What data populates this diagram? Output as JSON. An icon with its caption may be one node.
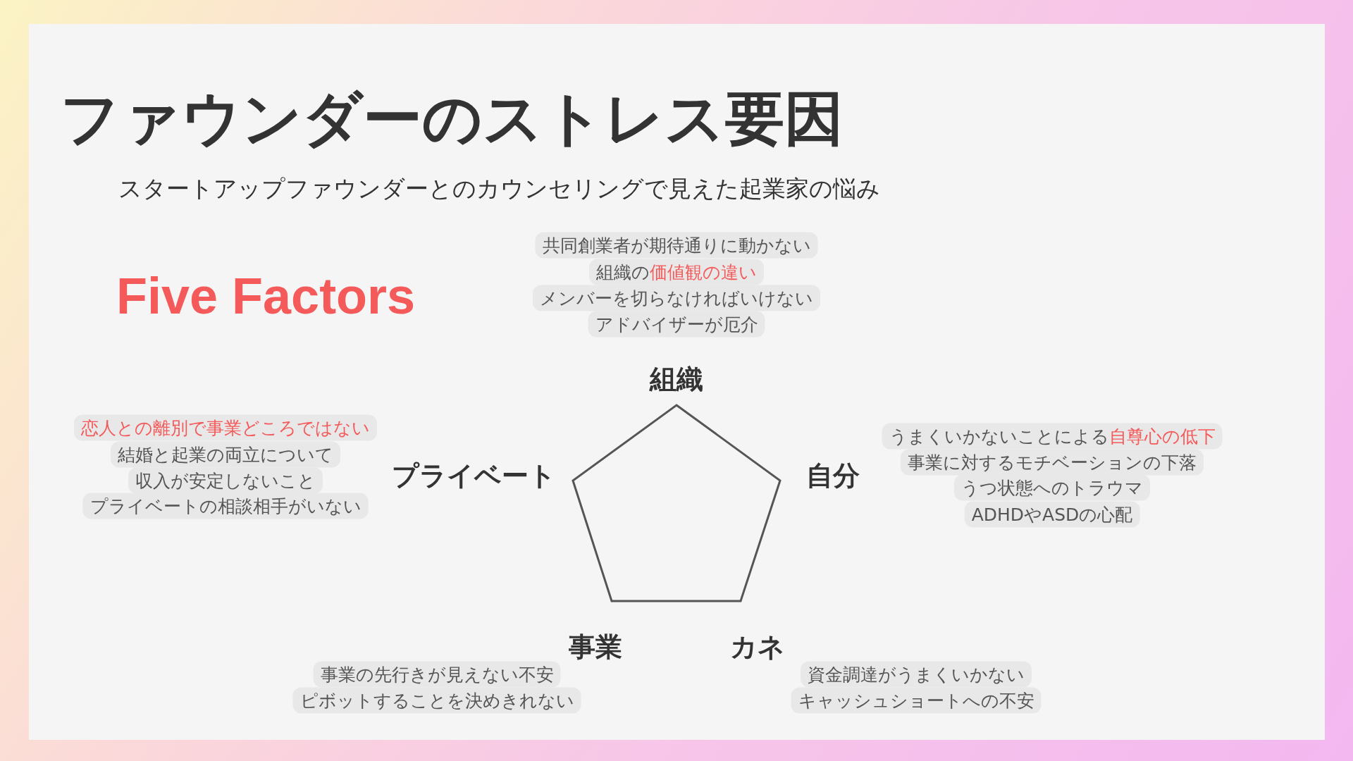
{
  "diagram": {
    "title": "ファウンダーのストレス要因",
    "nodes": [
      {
        "text": [],
        "shape": "pentagon"
      }
    ],
    "labels": [
      "スタートアップファウンダーとのカウンセリングで見えた起業家の悩み",
      "Five Factors",
      "共同創業者が期待通りに動かない",
      "組織の**価値観の違い**",
      "メンバーを切らなければいけない",
      "アドバイザーが厄介",
      "組織",
      "**恋人との離別で事業どころではない**",
      "結婚と起業の両立について",
      "収入が安定しないこと",
      "プライベートの相談相手がいない",
      "プライベート",
      "自分",
      "うまくいかないことによる**自尊心の低下**",
      "事業に対するモチベーションの下落",
      "うつ状態へのトラウマ",
      "ADHDやASDの心配",
      "事業",
      "カネ",
      "事業の先行きが見えない不安",
      "ピボットすることを決めきれない",
      "資金調達がうまくいかない",
      "キャッシュショートへの不安"
    ]
  }
}
